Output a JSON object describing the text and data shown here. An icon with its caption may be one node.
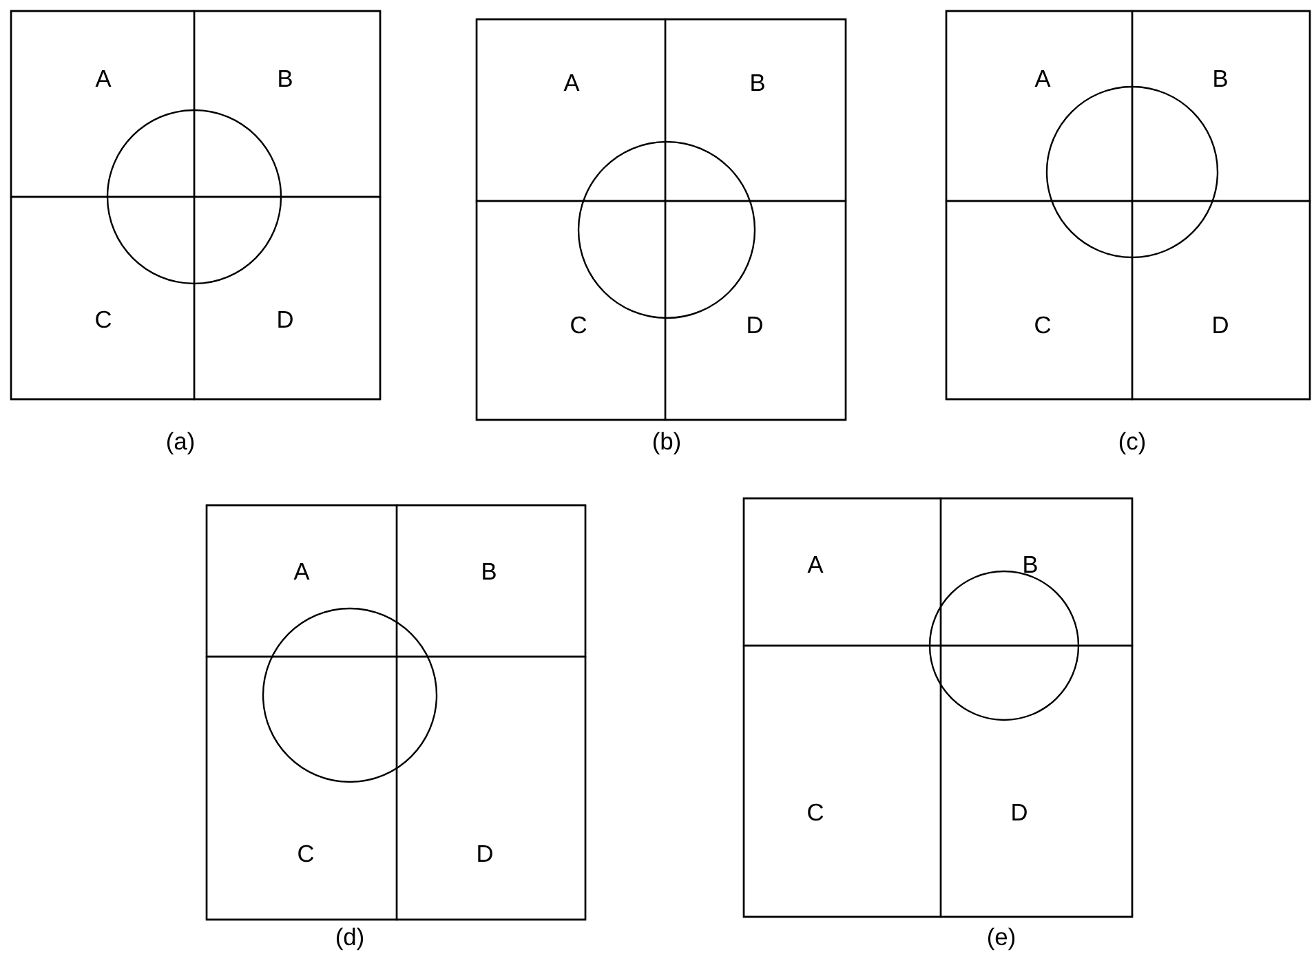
{
  "diagram": {
    "nodes": [
      {
        "text": [],
        "shape": "box",
        "beside": [
          "(a)"
        ]
      },
      {
        "text": [
          "A"
        ],
        "in": 0
      },
      {
        "text": [
          "B"
        ],
        "in": 0
      },
      {
        "text": [
          "C"
        ],
        "in": 0
      },
      {
        "text": [
          "D"
        ],
        "in": 0
      },
      {
        "text": [],
        "shape": "circle",
        "in": 0
      },
      {
        "text": [],
        "shape": "box",
        "beside": [
          "(b)"
        ]
      },
      {
        "text": [
          "A"
        ],
        "in": 6
      },
      {
        "text": [
          "B"
        ],
        "in": 6
      },
      {
        "text": [
          "C"
        ],
        "in": 6
      },
      {
        "text": [
          "D"
        ],
        "in": 6
      },
      {
        "text": [],
        "shape": "circle",
        "in": 6
      },
      {
        "text": [],
        "shape": "box",
        "beside": [
          "(c)"
        ]
      },
      {
        "text": [
          "A"
        ],
        "in": 12
      },
      {
        "text": [
          "B"
        ],
        "in": 12
      },
      {
        "text": [
          "C"
        ],
        "in": 12
      },
      {
        "text": [
          "D"
        ],
        "in": 12
      },
      {
        "text": [],
        "shape": "circle",
        "in": 12
      },
      {
        "text": [],
        "shape": "box",
        "beside": [
          "(d)"
        ]
      },
      {
        "text": [
          "A"
        ],
        "in": 18
      },
      {
        "text": [
          "B"
        ],
        "in": 18
      },
      {
        "text": [
          "C"
        ],
        "in": 18
      },
      {
        "text": [
          "D"
        ],
        "in": 18
      },
      {
        "text": [],
        "shape": "circle",
        "in": 18
      },
      {
        "text": [],
        "shape": "box",
        "beside": [
          "(e)"
        ]
      },
      {
        "text": [
          "A"
        ],
        "in": 24
      },
      {
        "text": [
          "B"
        ],
        "in": 24
      },
      {
        "text": [
          "C"
        ],
        "in": 24
      },
      {
        "text": [
          "D"
        ],
        "in": 24
      },
      {
        "text": [],
        "shape": "circle",
        "in": 24
      }
    ]
  }
}
